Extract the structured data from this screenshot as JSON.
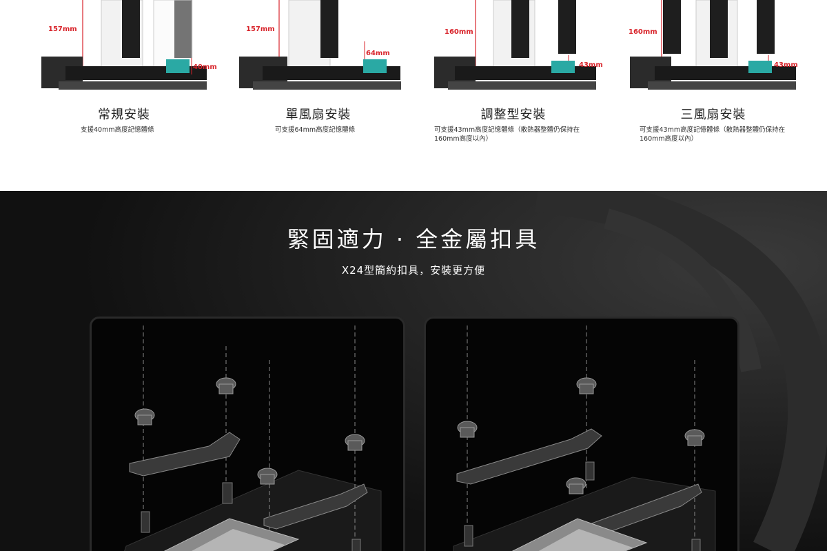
{
  "variants": [
    {
      "title": "常規安裝",
      "desc": "支援40mm高度記憶體條",
      "height_label": "157mm",
      "ram_label": "40mm"
    },
    {
      "title": "單風扇安裝",
      "desc": "可支援64mm高度記憶體條",
      "height_label": "157mm",
      "ram_label": "64mm"
    },
    {
      "title": "調整型安裝",
      "desc": "可支援43mm高度記憶體條（散熱器整體仍保持在160mm高度以內）",
      "height_label": "160mm",
      "ram_label": "43mm"
    },
    {
      "title": "三風扇安裝",
      "desc": "可支援43mm高度記憶體條（散熱器整體仍保持在160mm高度以內）",
      "height_label": "160mm",
      "ram_label": "43mm"
    }
  ],
  "section": {
    "headline": "緊固適力 · 全金屬扣具",
    "subhead": "X24型簡約扣具，安裝更方便"
  },
  "colors": {
    "accent_red": "#d8232a",
    "ram_teal": "#2aa9a4",
    "dark_bg": "#111111"
  }
}
